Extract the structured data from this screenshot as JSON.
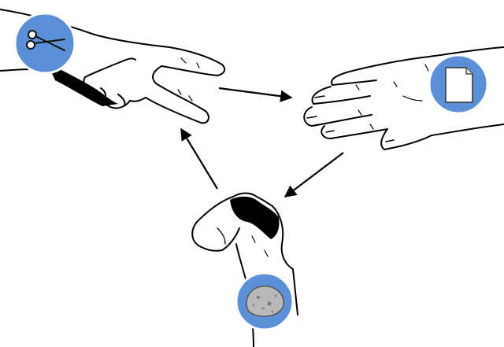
{
  "diagram": {
    "type": "cycle",
    "nodes": [
      {
        "id": "scissors",
        "hand": "two-fingers-extended",
        "badge_icon": "scissors-icon"
      },
      {
        "id": "paper",
        "hand": "open-flat-hand",
        "badge_icon": "paper-sheet-icon"
      },
      {
        "id": "rock",
        "hand": "closed-fist",
        "badge_icon": "rock-icon"
      }
    ],
    "edges": [
      {
        "from": "scissors",
        "to": "paper"
      },
      {
        "from": "paper",
        "to": "rock"
      },
      {
        "from": "rock",
        "to": "scissors"
      }
    ]
  },
  "colors": {
    "badge_fill": "#5b8fd6",
    "badge_ring": "#ffffff",
    "ink": "#000000",
    "background": "#ffffff",
    "rock_fill": "#b9b9b9"
  }
}
